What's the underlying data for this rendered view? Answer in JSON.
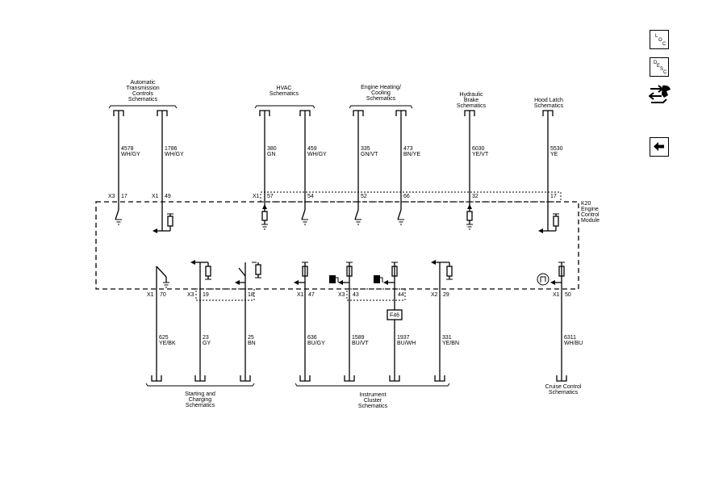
{
  "nav": {
    "loc": {
      "l1": "L",
      "l2": "O",
      "l3": "C"
    },
    "desc": {
      "l1": "D",
      "l2": "E",
      "l3": "S",
      "l4": "C"
    }
  },
  "module": {
    "lines": [
      "K20",
      "Engine",
      "Control",
      "Module"
    ]
  },
  "top_groups": [
    {
      "lines": [
        "Automatic",
        "Transmission",
        "Controls",
        "Schematics"
      ]
    },
    {
      "lines": [
        "HVAC",
        "Schematics"
      ]
    },
    {
      "lines": [
        "Engine Heating/",
        "Cooling",
        "Schematics"
      ]
    },
    {
      "lines": [
        "Hydraulic",
        "Brake",
        "Schematics"
      ]
    },
    {
      "lines": [
        "Hood Latch",
        "Schematics"
      ]
    }
  ],
  "bottom_groups": [
    {
      "lines": [
        "Starting and",
        "Charging",
        "Schematics"
      ]
    },
    {
      "lines": [
        "Instrument",
        "Cluster",
        "Schematics"
      ]
    },
    {
      "lines": [
        "Cruise Control",
        "Schematics"
      ]
    }
  ],
  "top_wires": [
    {
      "circuit": "4578",
      "color": "WH/GY",
      "connector": "X3",
      "pin": "17"
    },
    {
      "circuit": "1786",
      "color": "WH/GY",
      "connector": "X1",
      "pin": "49"
    },
    {
      "circuit": "380",
      "color": "GN",
      "connector": "X1",
      "pin": "57"
    },
    {
      "circuit": "459",
      "color": "WH/GY",
      "connector": "",
      "pin": "54"
    },
    {
      "circuit": "335",
      "color": "GN/VT",
      "connector": "",
      "pin": "52"
    },
    {
      "circuit": "473",
      "color": "BN/YE",
      "connector": "",
      "pin": "66"
    },
    {
      "circuit": "6030",
      "color": "YE/VT",
      "connector": "",
      "pin": "32"
    },
    {
      "circuit": "5530",
      "color": "YE",
      "connector": "",
      "pin": "17"
    }
  ],
  "bottom_wires": [
    {
      "circuit": "625",
      "color": "YE/BK",
      "connector": "X1",
      "pin": "70"
    },
    {
      "circuit": "23",
      "color": "GY",
      "connector": "X3",
      "pin": "19"
    },
    {
      "circuit": "25",
      "color": "BN",
      "connector": "",
      "pin": "18"
    },
    {
      "circuit": "636",
      "color": "BU/GY",
      "connector": "X1",
      "pin": "47"
    },
    {
      "circuit": "1589",
      "color": "BU/VT",
      "connector": "X3",
      "pin": "43"
    },
    {
      "circuit": "1937",
      "color": "BU/WH",
      "connector": "",
      "pin": "44"
    },
    {
      "circuit": "331",
      "color": "YE/BN",
      "connector": "X2",
      "pin": "29"
    },
    {
      "circuit": "6311",
      "color": "WH/BU",
      "connector": "X1",
      "pin": "50"
    }
  ],
  "fuse": {
    "label": "F46"
  }
}
